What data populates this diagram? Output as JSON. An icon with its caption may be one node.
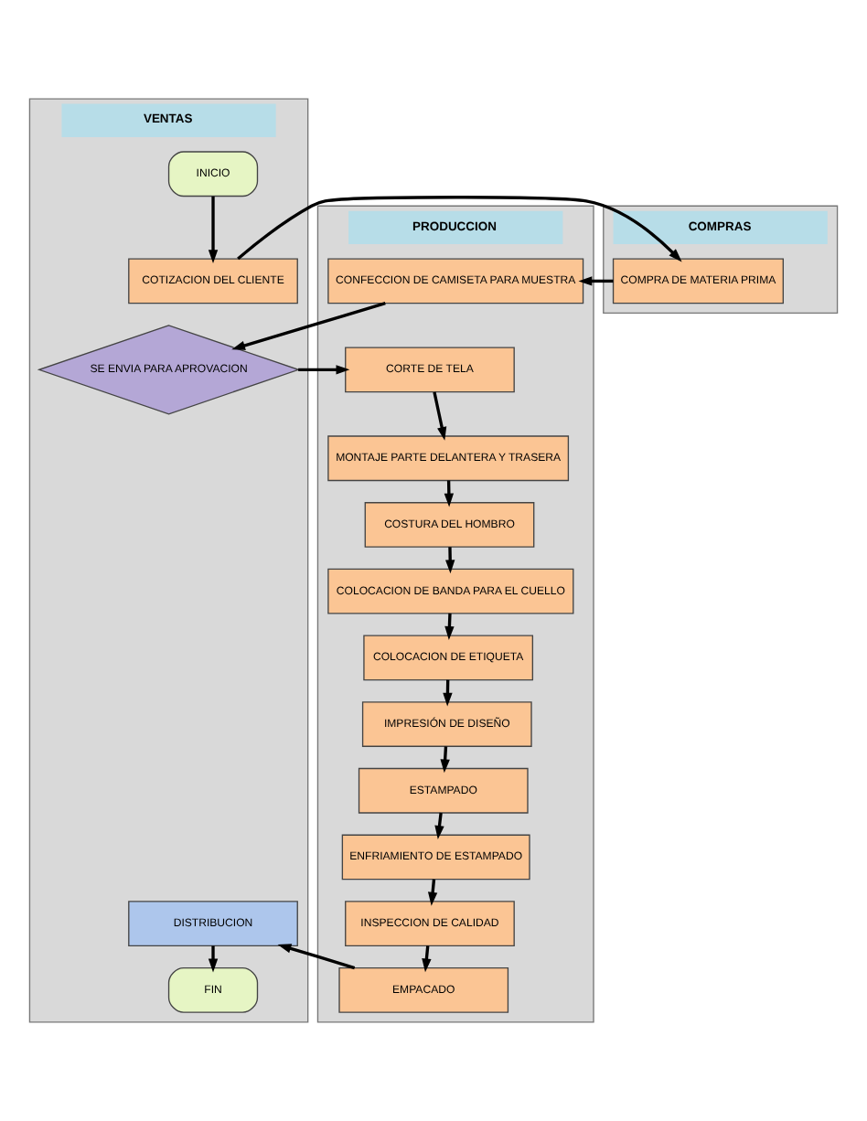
{
  "diagram": {
    "nodes": [
      {
        "text": [
          "VENTAS"
        ]
      },
      {
        "text": [
          "COMPRAS"
        ]
      },
      {
        "text": [
          "PRODUCCION"
        ]
      },
      {
        "text": [
          "INICIO"
        ],
        "in": 0
      },
      {
        "text": [
          "COTIZACION DEL CLIENTE"
        ],
        "in": 0
      },
      {
        "text": [
          "COMPRA DE MATERIA PRIMA"
        ],
        "in": 1
      },
      {
        "text": [
          "CONFECCION DE CAMISETA PARA MUESTRA"
        ],
        "in": 2
      },
      {
        "text": [
          "SE ENVIA PARA APROVACION"
        ],
        "in": 0
      },
      {
        "text": [
          "CORTE DE TELA"
        ],
        "in": 2
      },
      {
        "text": [
          "MONTAJE PARTE DELANTERA Y TRASERA"
        ],
        "in": 2
      },
      {
        "text": [
          "COSTURA DEL HOMBRO"
        ],
        "in": 2
      },
      {
        "text": [
          "COLOCACION DE BANDA PARA EL CUELLO"
        ],
        "in": 2
      },
      {
        "text": [
          "COLOCACION DE ETIQUETA"
        ],
        "in": 2
      },
      {
        "text": [
          "IMPRESIÓN DE DISEÑO"
        ],
        "in": 2
      },
      {
        "text": [
          "ESTAMPADO"
        ],
        "in": 2
      },
      {
        "text": [
          "ENFRIAMIENTO DE ESTAMPADO"
        ],
        "in": 2
      },
      {
        "text": [
          "INSPECCION DE CALIDAD"
        ],
        "in": 2
      },
      {
        "text": [
          "EMPACADO"
        ],
        "in": 2
      },
      {
        "text": [
          "DISTRIBUCION"
        ],
        "in": 0
      },
      {
        "text": [
          "FIN"
        ],
        "in": 0
      }
    ],
    "edges": [
      {
        "from": 3,
        "to": 4,
        "arrow": "to"
      },
      {
        "from": 4,
        "to": 5,
        "arrow": "to"
      },
      {
        "from": 5,
        "to": 6,
        "arrow": "to"
      },
      {
        "from": 6,
        "to": 7,
        "arrow": "to"
      },
      {
        "from": 7,
        "to": 8,
        "arrow": "to"
      },
      {
        "from": 8,
        "to": 9,
        "arrow": "to"
      },
      {
        "from": 9,
        "to": 10,
        "arrow": "to"
      },
      {
        "from": 10,
        "to": 11,
        "arrow": "to"
      },
      {
        "from": 11,
        "to": 12,
        "arrow": "to"
      },
      {
        "from": 12,
        "to": 13,
        "arrow": "to"
      },
      {
        "from": 13,
        "to": 14,
        "arrow": "to"
      },
      {
        "from": 14,
        "to": 15,
        "arrow": "to"
      },
      {
        "from": 15,
        "to": 16,
        "arrow": "to"
      },
      {
        "from": 16,
        "to": 17,
        "arrow": "to"
      },
      {
        "from": 17,
        "to": 18,
        "arrow": "to"
      },
      {
        "from": 18,
        "to": 19,
        "arrow": "to"
      }
    ]
  }
}
